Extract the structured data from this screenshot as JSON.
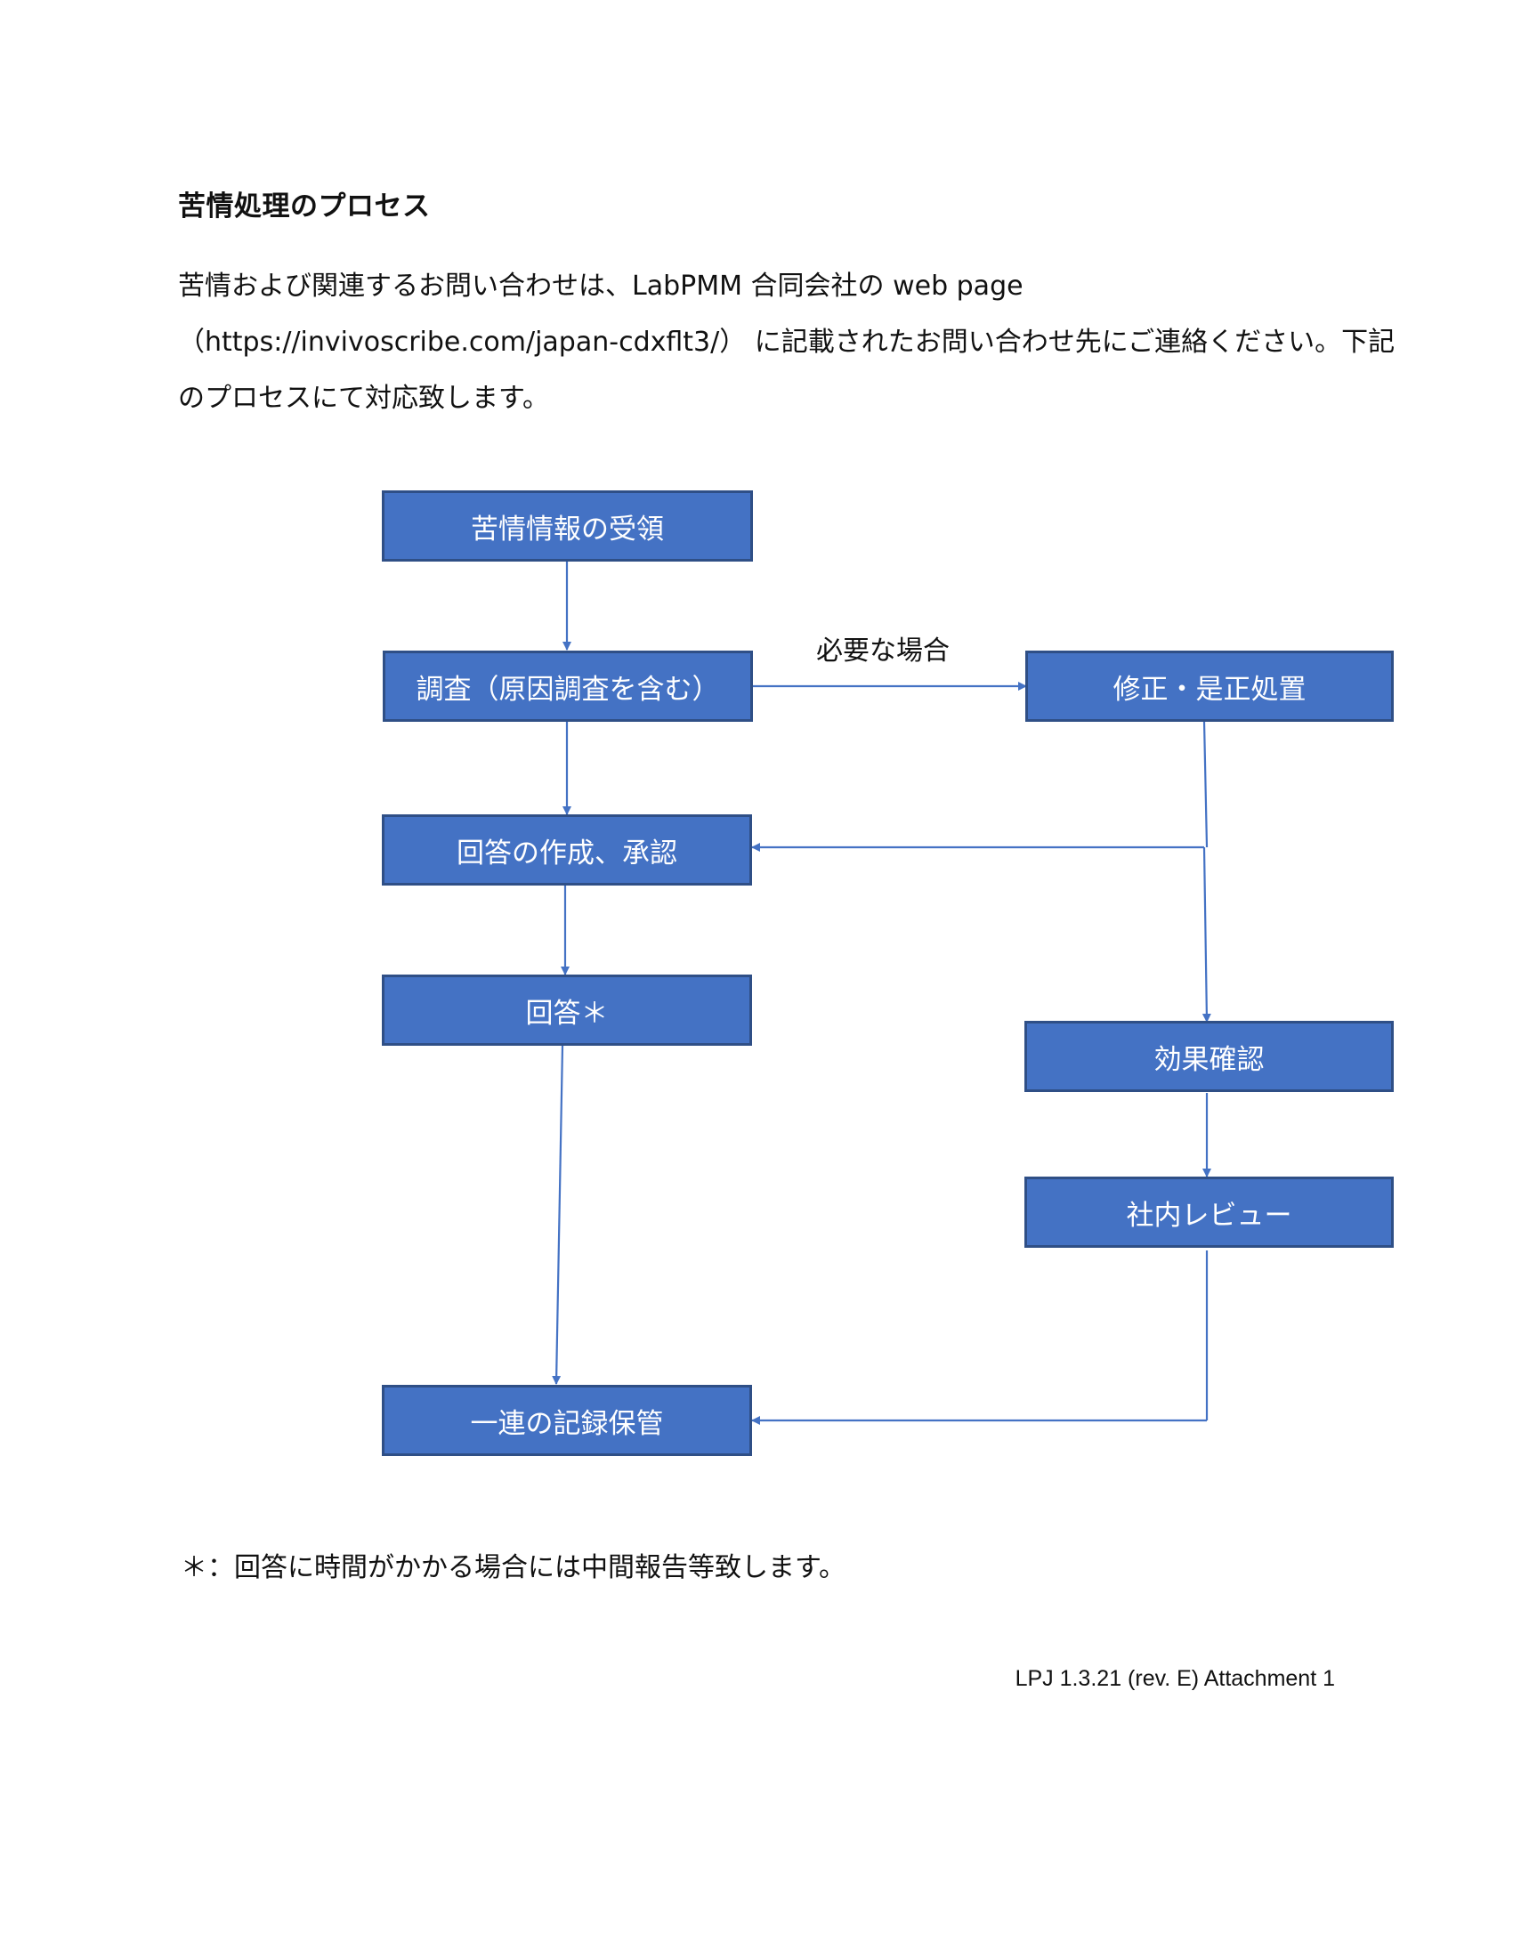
{
  "document": {
    "title": "苦情処理のプロセス",
    "intro_lines": [
      "苦情および関連するお問い合わせは、LabPMM 合同会社の web page",
      "（https://invivoscribe.com/japan-cdxflt3/） に記載されたお問い合わせ先にご連絡ください。下記",
      "のプロセスにて対応致します。"
    ],
    "footnote": "＊：回答に時間がかかる場合には中間報告等致します。",
    "doc_reference": "LPJ 1.3.21 (rev. E) Attachment 1"
  },
  "flowchart": {
    "box_color": "#4472c4",
    "border_color": "#2f4f86",
    "arrow_color": "#4472c4",
    "steps": {
      "receive": "苦情情報の受領",
      "investigate": "調査（原因調査を含む）",
      "correct": "修正・是正処置",
      "draft": "回答の作成、承認",
      "answer": "回答＊",
      "effect": "効果確認",
      "review": "社内レビュー",
      "archive": "一連の記録保管"
    },
    "edge_label": "必要な場合"
  }
}
